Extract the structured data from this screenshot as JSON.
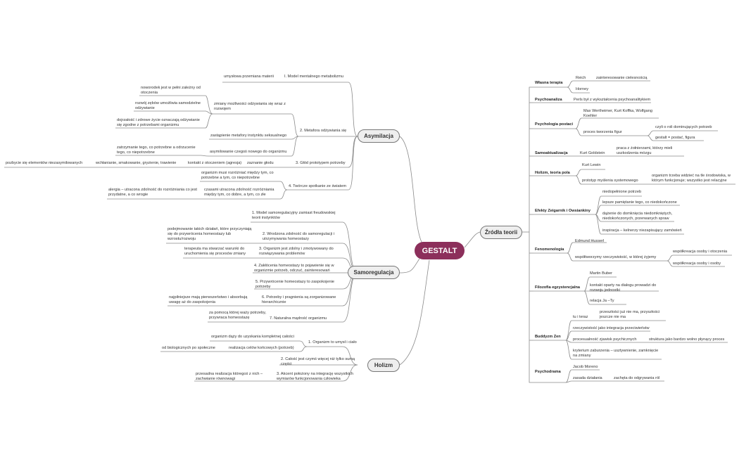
{
  "root": "GESTALT",
  "asymilacja": {
    "title": "Asymilacja",
    "n1": "I. Model mentalnego metabolizmu",
    "n1a": "umysłowa przemiana materii",
    "n2": "2. Metafora odżywiania się",
    "n2a": "zmiany możliwości odżywiania się wraz z rozwojem",
    "n2a1": "noworodek jest w pełni zależny od otoczenia",
    "n2a2": "rozwój zębów umożliwia samodzielne odżywianie",
    "n2a3": "dojrzałość i zdrowe życie oznaczają odżywianie się zgodne z potrzebami organizmu",
    "n2b": "zastąpienie metafory instynktu seksualnego",
    "n2c": "asymilowanie czegoś nowego do organizmu",
    "n2c1": "zatrzymanie tego, co potrzebne a odrzucenie tego, co niepotrzebne",
    "n3": "3. Głód prototypem potrzeby",
    "n3a": "zaznanie głodu",
    "n3b": "kontakt z otoczeniem (agresja)",
    "n3c": "wchłanianie, smakowanie, gryzienie, trawienie",
    "n3d": "pozbycie się elementów niezasymilowanych",
    "n4": "4. Twórcze spotkanie ze światem",
    "n4a": "organizm musi rozróżniać między tym, co potrzebne a tym, co niepotrzebne",
    "n4b": "czasami utracona zdolność rozróżniania między tym, co dobre, a tym, co złe",
    "n4b1": "alergia – utracona zdolność do rozróżniania co jest przydatne, a co wrogie"
  },
  "samoregulacja": {
    "title": "Samoregulacja",
    "n1": "1. Model samoregulacyjny zamiast freudowskiej teorii instynktów",
    "n2": "2. Wrodzona zdolność do samoregulacji i utrzymywania homeostazy",
    "n2a": "podejmowanie takich działań, które przyczyniają się do przywrócenia homeostazy lub wzrostu/rozwoju",
    "n3": "3. Organizm jest zdolny i zmotywowany do rozwiązywania problemów",
    "n3a": "terapeuta ma stwarzać warunki do uruchomienia się procesów zmiany",
    "n4": "4. Zakłócenia homeostazy to pojawienie się w organizmie potrzeb, odczuć, zainteresowań",
    "n5": "5. Przywrócenie homeostazy to zaspokojenie potrzeby",
    "n6": "6. Potrzeby i pragnienia są zorganizowane hierarchicznie",
    "n6a": "najpilniejsze mają pierwszeństwo i absorbują uwagę aż do zaspokojenia",
    "n7": "7. Naturalna mądrość organizmu",
    "n7a": "za pomocą której waży potrzeby, przywraca homeostazę"
  },
  "holizm": {
    "title": "Holizm",
    "n1": "1. Organizm to umysł i ciało",
    "n1a": "organizm dąży do uzyskania kompletnej całości",
    "n1b": "realizacja celów końcowych (potrzeb)",
    "n1b1": "od biologicznych po społeczne",
    "n2": "2. Całość jest czymś więcej niż tylko sumą części",
    "n3": "3. Akcent położony na integrację wszystkich wymiarów funkcjonowania człowieka",
    "n3a": "przesadna realizacja któregoś z nich – zachwianie równowagi"
  },
  "zrodla": {
    "title": "Źródła teorii",
    "wt": "Własna terapia",
    "wt_reich": "Reich",
    "wt_reich_a": "zainteresowanie cielesnością",
    "wt_horney": "Horney",
    "psa": "Psychoanaliza",
    "psa_a": "Perls był z wykształcenia psychoanalitykiem",
    "pp": "Psychologia postaci",
    "pp_a": "Max Wertheimer, Kurt Koffka, Wolfgang Koehler",
    "pp_b": "proces tworzenia figur",
    "pp_b1": "czyli o roli dominujących potrzeb",
    "pp_b2": "gestalt = postać, figura",
    "sa": "Samoaktualizacja",
    "sa_a": "Kurt Goldstein",
    "sa_b": "praca z żołnierzami, którzy mieli uszkodzenia mózgu",
    "hol": "Holizm, teoria pola",
    "hol_a": "Kurt Lewin",
    "hol_b": "prototyp myślenia systemowego",
    "hol_b1": "organizm trzeba widzieć na tle środowiska, w którym funkcjonuje; wszystko jest relacyjne",
    "ez": "Efekty Zeigarnik i Owsiankiny",
    "ez_a": "niedopełnione potrzeb",
    "ez_b": "lepsze pamiętanie tego, co niedokończone",
    "ez_c": "dążenie do domknięcia niedomkniętych, niedokończonych, przerwanych spraw",
    "ez_d": "inspiracja – kelnerzy niezapisujący zamówień",
    "fen": "Fenomenologia",
    "fen_a": "Edmund Husserl",
    "fen_b": "współtworzymy rzeczywistość, w której żyjemy",
    "fen_b1": "współkreacja osoby i otoczenia",
    "fen_b2": "współkreacja osoby i osoby",
    "fe": "Filozofia egzystencjalna",
    "fe_a": "Martin Buber",
    "fe_b": "kontakt oparty na dialogu prowadzi do rozwoju jednostki",
    "fe_c": "relacja Ja –Ty",
    "bz": "Buddyzm Zen",
    "bz_a": "tu i teraz",
    "bz_a1": "przeszłości już nie ma, przyszłości jeszcze nie ma",
    "bz_b": "rzeczywistość jako integracja przeciwieństw",
    "bz_c": "procesualność zjawisk psychicznych",
    "bz_c1": "struktura jako bardzo wolno płynący proces",
    "bz_d": "kryterium zaburzenia – usztywnienie, zamknięcie na zmiany",
    "pd": "Psychodrama",
    "pd_a": "Jacob Moreno",
    "pd_b": "zasada działania",
    "pd_b1": "zachęta do odgrywania ról"
  },
  "colors": {
    "root": "#8c2f5b",
    "line": "#8a8a8a",
    "text": "#333333"
  }
}
